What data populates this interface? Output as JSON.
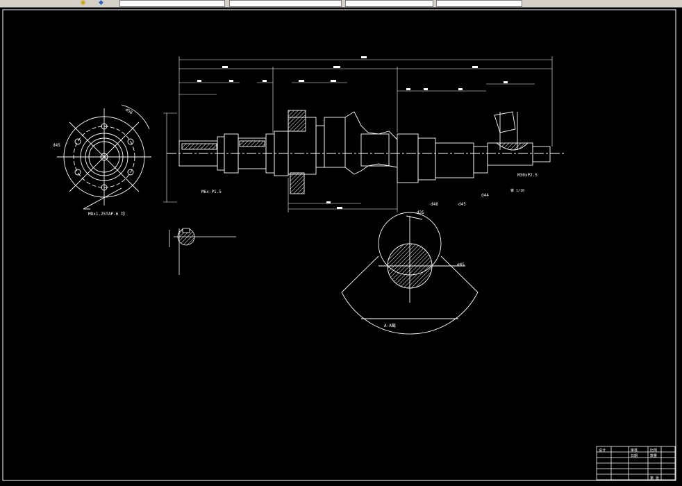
{
  "toolbar": {
    "icons": [
      "paint-bucket-icon",
      "shield-icon"
    ],
    "fields": [
      "",
      "",
      "",
      ""
    ]
  },
  "drawing": {
    "labels": {
      "bolt_note": "M8x1.25TAP-6 均",
      "section_title": "A-A截",
      "thread_m6": "M6x-P1.5",
      "thread_m30": "M30xP2.5",
      "taper_note": "锥 1/10",
      "dim_d45": "d45",
      "dim_d48": "d48",
      "dim_d44": "d44",
      "dim_d35": "d35",
      "dim_d58": "d58",
      "angle_note": "ø45"
    },
    "title_block": {
      "design": "设计",
      "check": "审核",
      "date": "日期",
      "scale": "比例",
      "qty": "数量",
      "sheet": "第 张"
    }
  }
}
